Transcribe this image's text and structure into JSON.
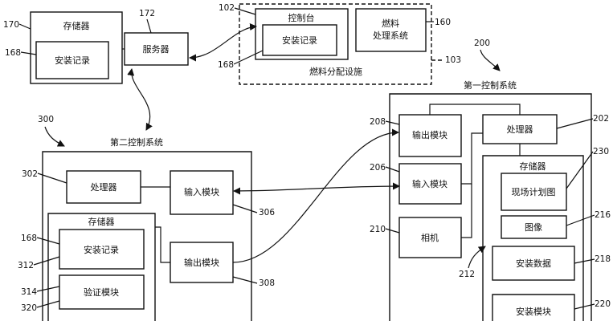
{
  "storage_top": "存储器",
  "install_record": "安装记录",
  "server": "服务器",
  "console": "控制台",
  "fuel_system_l1": "燃料",
  "fuel_system_l2": "处理系统",
  "fuel_facility": "燃料分配设施",
  "first_control": "第一控制系统",
  "second_control": "第二控制系统",
  "processor": "处理器",
  "input_module": "输入模块",
  "output_module": "输出模块",
  "storage": "存储器",
  "verify_module": "验证模块",
  "camera": "相机",
  "site_plan": "现场计划图",
  "image": "图像",
  "install_data": "安装数据",
  "install_module": "安装模块",
  "refs": {
    "r170": "170",
    "r168a": "168",
    "r172": "172",
    "r102": "102",
    "r160": "160",
    "r168b": "168",
    "r103": "103",
    "r200": "200",
    "r202": "202",
    "r208": "208",
    "r206": "206",
    "r210": "210",
    "r230": "230",
    "r216": "216",
    "r212": "212",
    "r218": "218",
    "r220": "220",
    "r300": "300",
    "r302": "302",
    "r306": "306",
    "r308": "308",
    "r168c": "168",
    "r312": "312",
    "r314": "314",
    "r320": "320"
  }
}
